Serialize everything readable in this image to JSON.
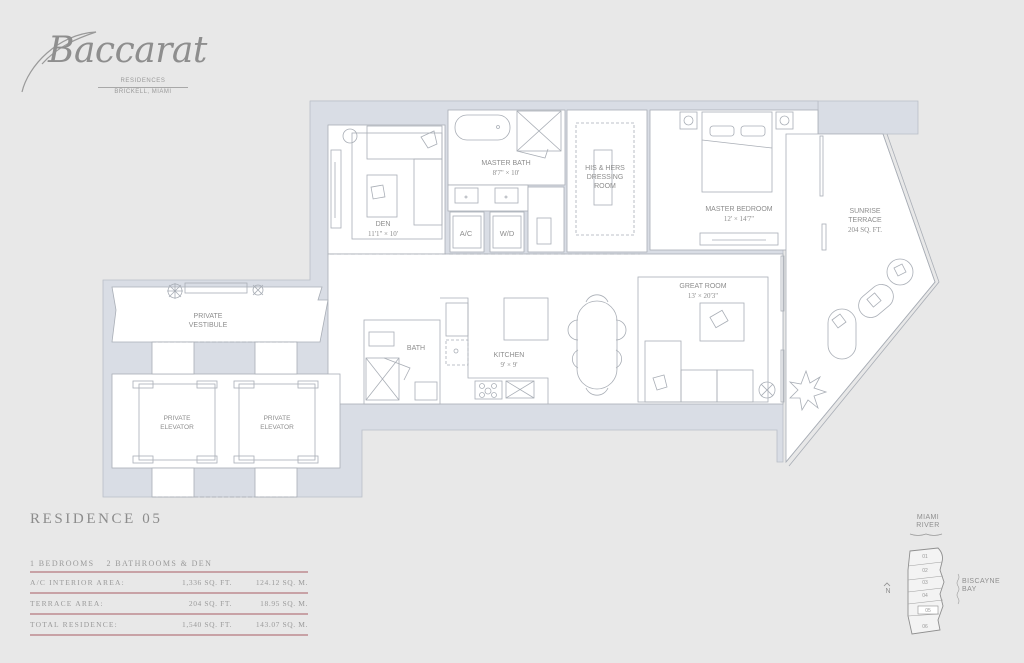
{
  "brand": {
    "name": "Baccarat",
    "subtitle": "RESIDENCES",
    "location": "BRICKELL, MIAMI"
  },
  "residence": {
    "title": "RESIDENCE 05",
    "bedrooms": "1 BEDROOMS",
    "bathrooms": "2 BATHROOMS & DEN",
    "areas": [
      {
        "label": "A/C INTERIOR AREA:",
        "sqft": "1,336 SQ. FT.",
        "sqm": "124.12 SQ. M."
      },
      {
        "label": "TERRACE AREA:",
        "sqft": "204 SQ. FT.",
        "sqm": "18.95 SQ. M."
      },
      {
        "label": "TOTAL RESIDENCE:",
        "sqft": "1,540 SQ. FT.",
        "sqm": "143.07 SQ. M."
      }
    ]
  },
  "rooms": {
    "den": {
      "name": "DEN",
      "dims": "11'1\" × 10'"
    },
    "master_bath": {
      "name": "MASTER BATH",
      "dims": "8'7\" × 10'"
    },
    "dressing": {
      "line1": "HIS & HERS",
      "line2": "DRESSING",
      "line3": "ROOM"
    },
    "master_bedroom": {
      "name": "MASTER BEDROOM",
      "dims": "12' × 14'7\""
    },
    "terrace": {
      "line1": "SUNRISE",
      "line2": "TERRACE",
      "area": "204 SQ. FT."
    },
    "ac": {
      "name": "A/C"
    },
    "wd": {
      "name": "W/D"
    },
    "vestibule": {
      "line1": "PRIVATE",
      "line2": "VESTIBULE"
    },
    "bath": {
      "name": "BATH"
    },
    "kitchen": {
      "name": "KITCHEN",
      "dims": "9' × 9'"
    },
    "great_room": {
      "name": "GREAT ROOM",
      "dims": "13' × 20'3\""
    },
    "elevator_1": {
      "line1": "PRIVATE",
      "line2": "ELEVATOR"
    },
    "elevator_2": {
      "line1": "PRIVATE",
      "line2": "ELEVATOR"
    }
  },
  "keymap": {
    "river_line1": "MIAMI",
    "river_line2": "RIVER",
    "bay_line1": "BISCAYNE",
    "bay_line2": "BAY",
    "north": "N",
    "units": [
      "01",
      "02",
      "03",
      "04",
      "05",
      "06"
    ],
    "highlighted_unit": "05"
  },
  "colors": {
    "background": "#e8e8e8",
    "wall": "#d9dde5",
    "floor": "#ffffff",
    "line": "#a9aeb6",
    "text": "#8d8d8d",
    "accent_rule": "#c8a2a6"
  }
}
